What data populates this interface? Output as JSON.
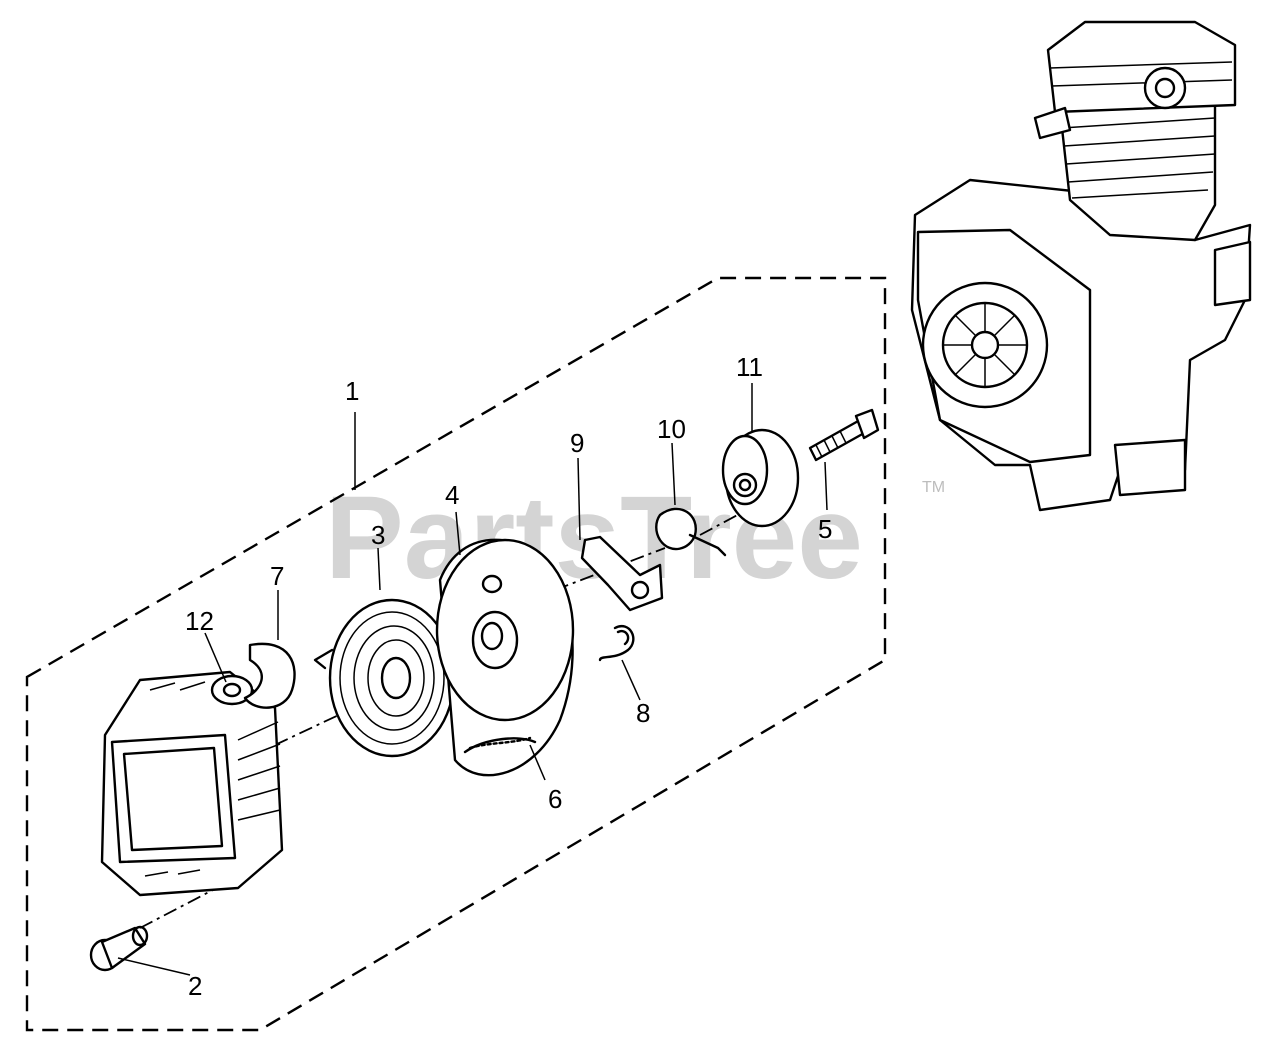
{
  "watermark": {
    "text": "PartsTree",
    "trademark": "TM"
  },
  "callouts": [
    {
      "label": "1"
    },
    {
      "label": "2"
    },
    {
      "label": "3"
    },
    {
      "label": "4"
    },
    {
      "label": "5"
    },
    {
      "label": "6"
    },
    {
      "label": "7"
    },
    {
      "label": "8"
    },
    {
      "label": "9"
    },
    {
      "label": "10"
    },
    {
      "label": "11"
    },
    {
      "label": "12"
    }
  ]
}
